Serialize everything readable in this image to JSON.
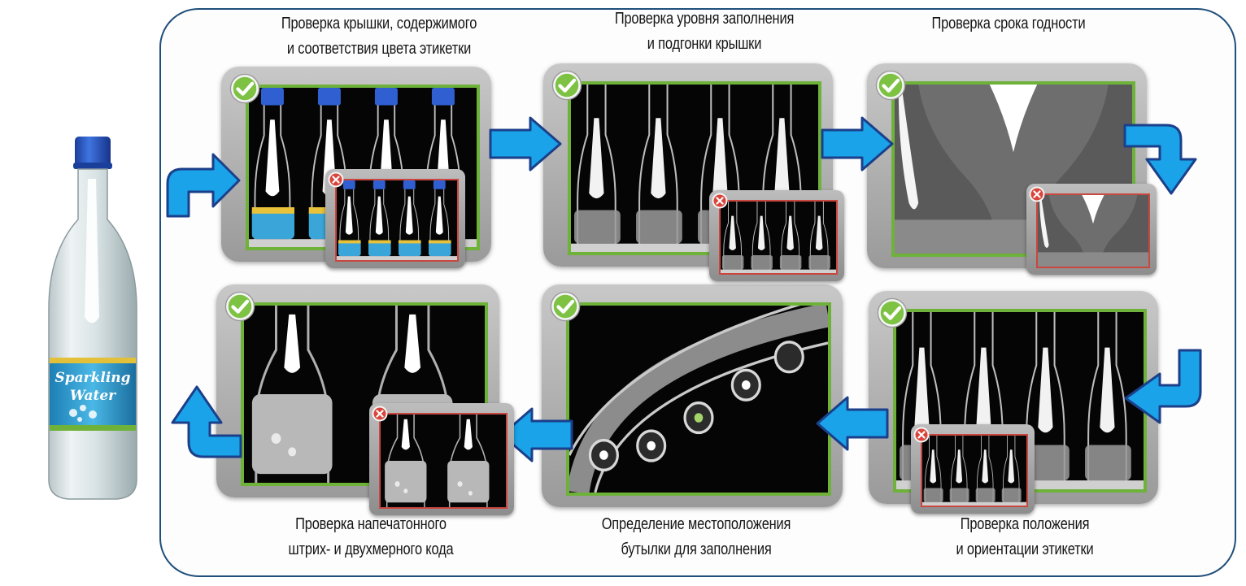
{
  "captions": {
    "step1": [
      "Проверка крышки, содержимого",
      "и соответствия цвета этикетки"
    ],
    "step2": [
      "Проверка уровня заполнения",
      "и подгонки крышки"
    ],
    "step3": [
      "Проверка срока годности"
    ],
    "step4": [
      "Проверка положения",
      "и ориентации этикетки"
    ],
    "step5": [
      "Определение местоположения",
      "бутылки для заполнения"
    ],
    "step6": [
      "Проверка напечатонного",
      "штрих- и двухмерного кода"
    ]
  },
  "bottle_label": [
    "Sparkling",
    "Water"
  ],
  "colors": {
    "frame": "#1f4f7a",
    "arrow_fill": "#1aa3e8",
    "arrow_stroke": "#1b3f8a",
    "screen_border": "#6fb23a",
    "reject_border": "#c9473f",
    "check_green": "#7dc243",
    "reject_red": "#d9453c"
  },
  "icons": {
    "pass": "check-icon",
    "fail": "x-icon",
    "flow": "arrow-icon"
  }
}
